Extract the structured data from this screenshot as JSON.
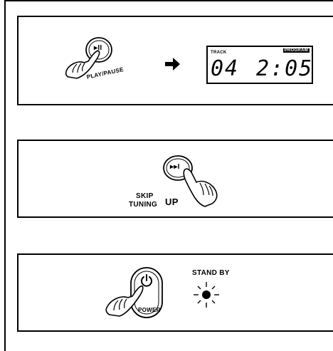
{
  "step1": {
    "button_glyph": "▸II",
    "button_label": "PLAY/PAUSE",
    "display": {
      "track_label": "TRACK",
      "program_badge": "PROGRAM",
      "track_number": "04",
      "time": "2:05"
    }
  },
  "step2": {
    "button_glyph": "▸▸I",
    "skip_label_line1": "SKIP",
    "skip_label_line2": "TUNING",
    "up_label": "UP"
  },
  "step3": {
    "power_label": "POWER",
    "standby_label": "STAND BY"
  },
  "icons": [
    "hand-pointer-icon",
    "arrow-right-icon",
    "power-icon",
    "sun-indicator-icon"
  ]
}
